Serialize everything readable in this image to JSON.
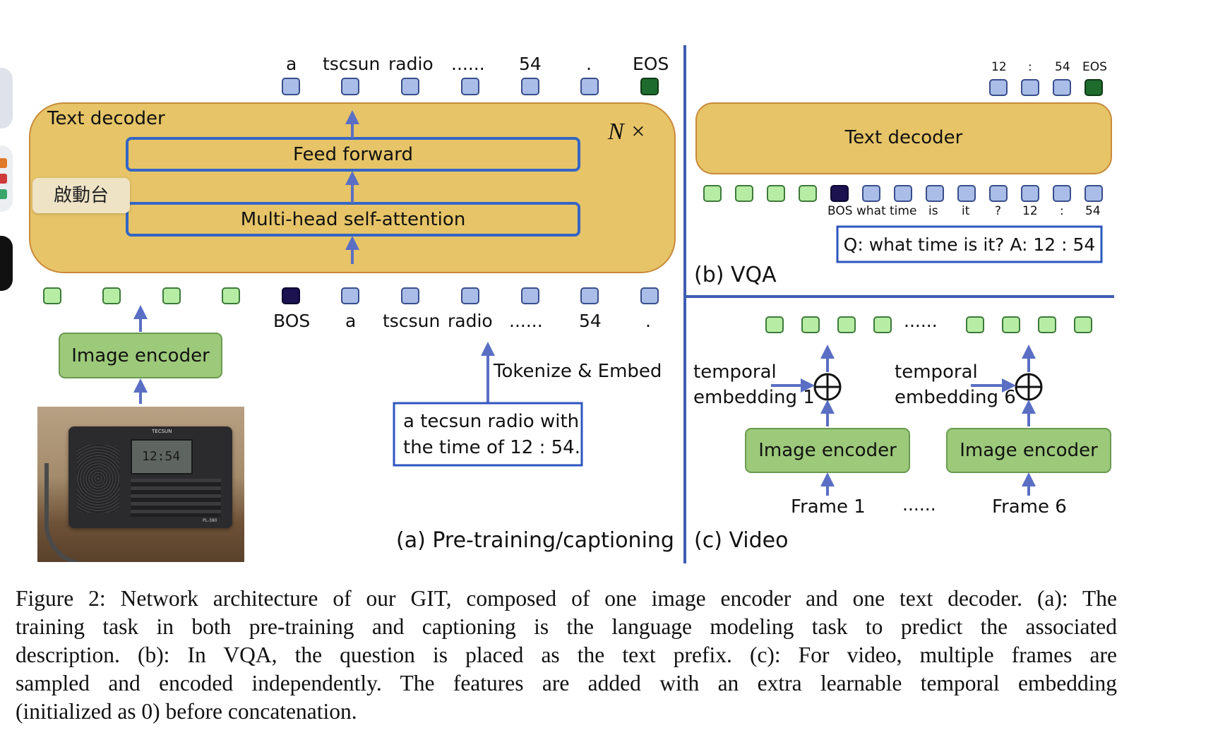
{
  "pretraining": {
    "output_tokens": [
      "a",
      "tscsun",
      "radio",
      "......",
      "54",
      ".",
      "EOS"
    ],
    "decoder_label": "Text decoder",
    "feed_forward": "Feed forward",
    "attention": "Multi-head self-attention",
    "repeat_label": "N ×",
    "input_tokens": [
      "BOS",
      "a",
      "tscsun",
      "radio",
      "......",
      "54",
      "."
    ],
    "image_encoder": "Image encoder",
    "tokenize_label": "Tokenize & Embed",
    "caption_text": [
      "a tecsun radio with",
      "the time of 12 : 54."
    ],
    "panel_label": "(a) Pre-training/captioning"
  },
  "photo": {
    "brand": "TECSUN",
    "model": "PL-380",
    "display": "12:54"
  },
  "overlay": {
    "launchpad_label": "啟動台"
  },
  "vqa": {
    "output_tokens": [
      "12",
      ":",
      "54",
      "EOS"
    ],
    "decoder_label": "Text decoder",
    "input_tokens": [
      "BOS",
      "what",
      "time",
      "is",
      "it",
      "?",
      "12",
      ":",
      "54"
    ],
    "question": "Q: what time is it? A: 12 : 54",
    "panel_label": "(b) VQA"
  },
  "video": {
    "ellipsis": "......",
    "temporal_1": [
      "temporal",
      "embedding 1"
    ],
    "temporal_6": [
      "temporal",
      "embedding 6"
    ],
    "image_encoder": "Image encoder",
    "frame_1": "Frame 1",
    "frame_6": "Frame 6",
    "frames_ellipsis": "......",
    "panel_label": "(c) Video"
  },
  "caption": {
    "lines": [
      "Figure 2: Network architecture of our GIT, composed of one image encoder and one text decoder. (a): The",
      "training task in both pre-training and captioning is the language modeling task to predict the associated",
      "description. (b): In VQA, the question is placed as the text prefix. (c): For video, multiple frames are",
      "sampled and encoded independently. The features are added with an extra learnable temporal embedding",
      "(initialized as 0) before concatenation."
    ]
  },
  "colors": {
    "decoder_fill": "#e6c467",
    "decoder_border": "#c98a3a",
    "encoder_fill": "#9cc97a",
    "encoder_border": "#6a9a4f",
    "token_blue": "#a9bde8",
    "token_green": "#b6eca4",
    "token_eos": "#1e6b2e",
    "token_bos": "#1c1250",
    "arrow": "#5a6fc4",
    "divider": "#3f5db0"
  }
}
